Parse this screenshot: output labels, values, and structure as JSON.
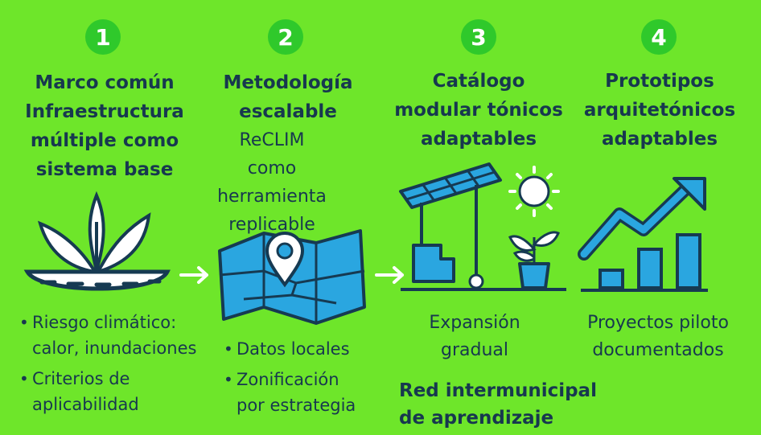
{
  "steps": [
    {
      "number": "1",
      "title": [
        "Marco común",
        "Infraestructura",
        "múltiple como",
        "sistema base"
      ],
      "bullets": [
        [
          "Riesgo climático:",
          "calor, inundaciones"
        ],
        [
          "Criterios de",
          "aplicabilidad"
        ]
      ],
      "icon": "plant-road-icon"
    },
    {
      "number": "2",
      "title": [
        "Metodología",
        "escalable"
      ],
      "subtitle": [
        "ReCLIM",
        "como",
        "herramienta",
        "replicable"
      ],
      "bullets": [
        [
          "Datos locales"
        ],
        [
          "Zonificación",
          "por estrategia"
        ]
      ],
      "icon": "map-pin-icon"
    },
    {
      "number": "3",
      "title": [
        "Catálogo",
        "modular tónicos",
        "adaptables"
      ],
      "text": [
        "Expansión",
        "gradual"
      ],
      "note": [
        "Red intermunicipal",
        "de aprendizaje"
      ],
      "icon": "solar-shelter-icon"
    },
    {
      "number": "4",
      "title": [
        "Prototipos",
        "arquitetónicos",
        "adaptables"
      ],
      "text": [
        "Proyectos piloto",
        "documentados"
      ],
      "icon": "growth-chart-icon"
    }
  ],
  "arrows": [
    "arrow-right-icon",
    "arrow-right-icon"
  ],
  "colors": {
    "background": "#6ee62a",
    "badge": "#2fc92b",
    "text": "#17384f",
    "icon_fill": "#2aa6e0",
    "icon_stroke": "#163a52"
  }
}
